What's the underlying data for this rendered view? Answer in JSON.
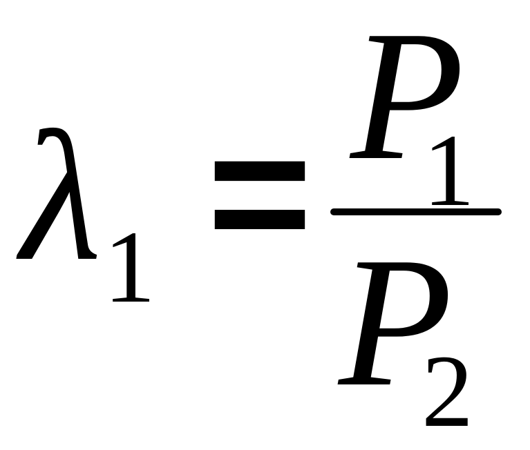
{
  "equation": {
    "lhs": {
      "symbol": "λ",
      "subscript": "1"
    },
    "operator": "=",
    "rhs": {
      "numerator": {
        "symbol": "P",
        "subscript": "1"
      },
      "denominator": {
        "symbol": "P",
        "subscript": "2"
      }
    }
  }
}
